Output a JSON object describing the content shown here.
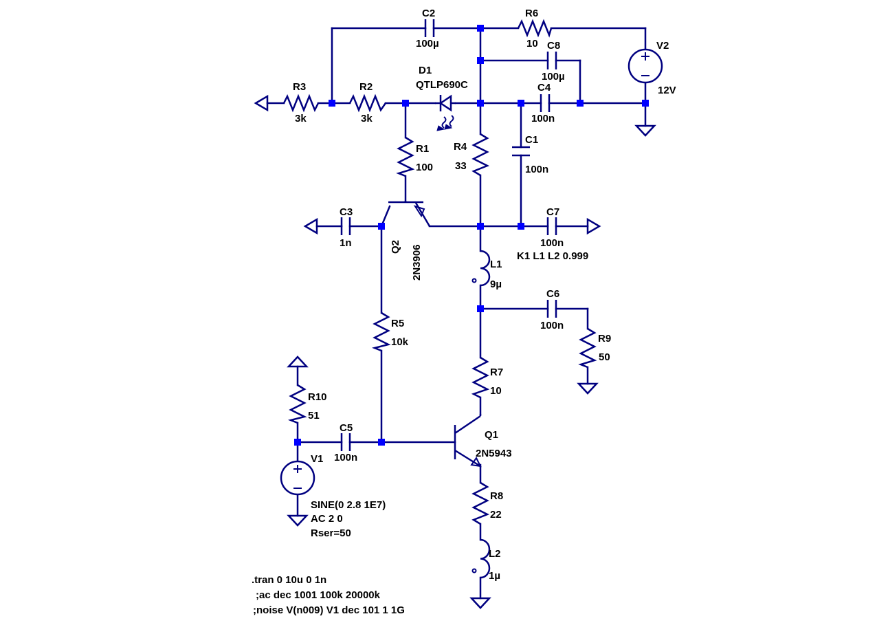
{
  "components": {
    "c2": {
      "ref": "C2",
      "value": "100µ"
    },
    "r6": {
      "ref": "R6",
      "value": "10"
    },
    "c8": {
      "ref": "C8",
      "value": "100µ"
    },
    "v2": {
      "ref": "V2",
      "value": "12V"
    },
    "d1": {
      "ref": "D1",
      "value": "QTLP690C"
    },
    "c4": {
      "ref": "C4",
      "value": "100n"
    },
    "r3": {
      "ref": "R3",
      "value": "3k"
    },
    "r2": {
      "ref": "R2",
      "value": "3k"
    },
    "r1": {
      "ref": "R1",
      "value": "100"
    },
    "r4": {
      "ref": "R4",
      "value": "33"
    },
    "c1": {
      "ref": "C1",
      "value": "100n"
    },
    "c3": {
      "ref": "C3",
      "value": "1n"
    },
    "q2": {
      "ref": "Q2",
      "value": "2N3906"
    },
    "c7": {
      "ref": "C7",
      "value": "100n"
    },
    "l1": {
      "ref": "L1",
      "value": "9µ"
    },
    "c6": {
      "ref": "C6",
      "value": "100n"
    },
    "r9": {
      "ref": "R9",
      "value": "50"
    },
    "r5": {
      "ref": "R5",
      "value": "10k"
    },
    "r7": {
      "ref": "R7",
      "value": "10"
    },
    "r10": {
      "ref": "R10",
      "value": "51"
    },
    "c5": {
      "ref": "C5",
      "value": "100n"
    },
    "q1": {
      "ref": "Q1",
      "value": "2N5943"
    },
    "v1": {
      "ref": "V1",
      "line1": "SINE(0 2.8 1E7)",
      "line2": "AC 2 0",
      "line3": "Rser=50"
    },
    "r8": {
      "ref": "R8",
      "value": "22"
    },
    "l2": {
      "ref": "L2",
      "value": "1µ"
    }
  },
  "directives": {
    "coupling": "K1 L1 L2 0.999",
    "tran": ".tran 0 10u 0 1n",
    "ac": ";ac dec 1001 100k 20000k",
    "noise": ";noise V(n009) V1 dec 101 1 1G"
  },
  "colors": {
    "wire": "#000080",
    "junction": "#0000ff",
    "text": "#000000",
    "background": "#ffffff"
  }
}
